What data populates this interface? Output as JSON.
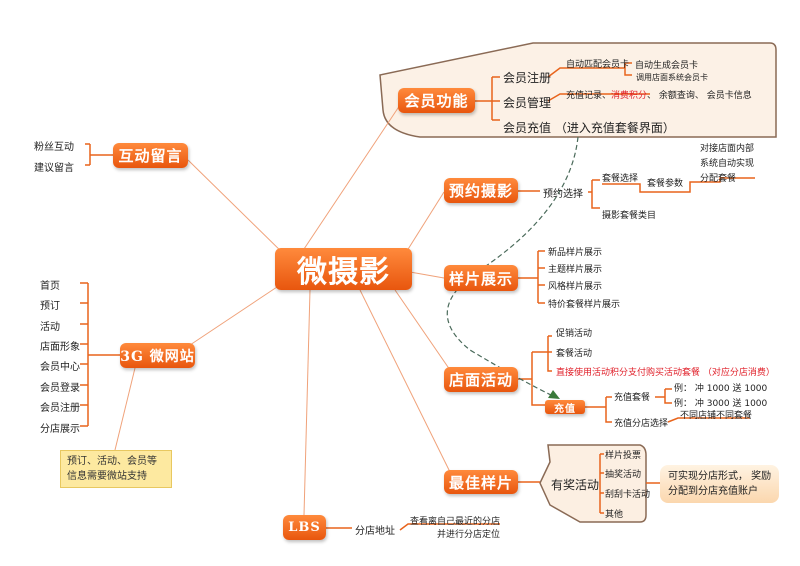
{
  "center": "微摄影",
  "branches": {
    "member": {
      "label": "会员功能",
      "items": [
        {
          "label": "会员注册",
          "sub": "自动匹配会员卡",
          "leaves": [
            "自动生成会员卡",
            "调用店面系统会员卡"
          ]
        },
        {
          "label": "会员管理",
          "details": [
            "充值记录、",
            "消费积分",
            "、 余额查询、 会员卡信息"
          ]
        },
        {
          "label": "会员充值 （进入充值套餐界面）"
        }
      ]
    },
    "interaction": {
      "label": "互动留言",
      "leaves": [
        "粉丝互动",
        "建议留言"
      ]
    },
    "booking": {
      "label": "预约摄影",
      "sub": "预约选择",
      "items": [
        "套餐选择",
        "摄影套餐类目"
      ],
      "param": "套餐参数",
      "notes": [
        "对接店面内部",
        "系统自动实现",
        "分配套餐"
      ]
    },
    "samples": {
      "label": "样片展示",
      "leaves": [
        "新品样片展示",
        "主题样片展示",
        "风格样片展示",
        "特价套餐样片展示"
      ]
    },
    "store": {
      "label": "店面活动",
      "leaves": [
        "促销活动",
        "套餐活动",
        "直接使用活动积分支付购买活动套餐 （对应分店消费）"
      ],
      "recharge": {
        "label": "充值",
        "items": [
          "充值套餐",
          "充值分店选择"
        ],
        "examples": [
          "例： 冲 1000 送 1000",
          "例： 冲 3000 送 1000"
        ],
        "note": "不同店铺不同套餐"
      }
    },
    "microsite": {
      "label": "3G 微网站",
      "leaves": [
        "首页",
        "预订",
        "活动",
        "店面形象",
        "会员中心",
        "会员登录",
        "会员注册",
        "分店展示"
      ],
      "note": [
        "预订、活动、会员等",
        "信息需要微站支持"
      ]
    },
    "best": {
      "label": "最佳样片",
      "sub": "有奖活动",
      "leaves": [
        "样片投票",
        "抽奖活动",
        "刮刮卡活动",
        "其他"
      ],
      "note": [
        "可实现分店形式， 奖励",
        "分配到分店充值账户"
      ]
    },
    "lbs": {
      "label": "LBS",
      "sub": "分店地址",
      "notes": [
        "查看离自己最近的分店",
        "并进行分店定位"
      ]
    }
  },
  "colors": {
    "accent": "#f06a1e",
    "line": "#e8641c",
    "red": "#e0202a"
  }
}
